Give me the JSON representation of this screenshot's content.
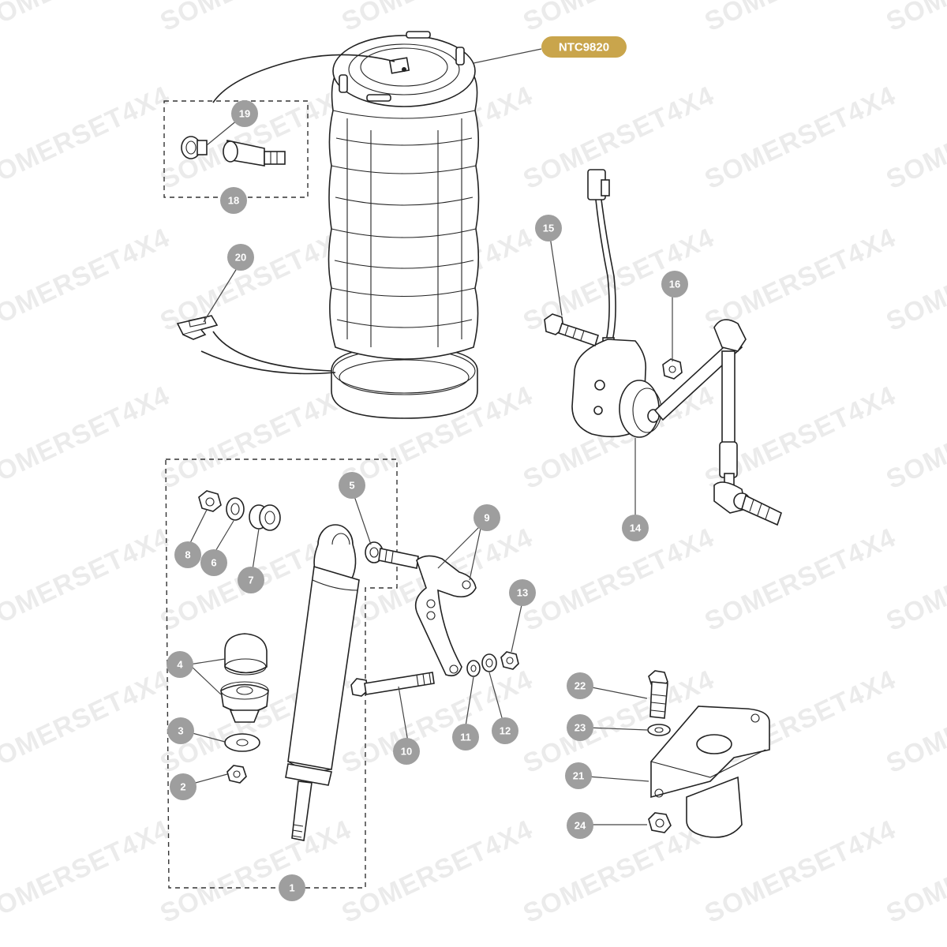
{
  "watermark": "SOMERSET4X4",
  "part_number": {
    "label": "NTC9820",
    "color": "#c9a54c"
  },
  "callout_color": "#9e9e9e",
  "callouts": [
    "1",
    "2",
    "3",
    "4",
    "5",
    "6",
    "7",
    "8",
    "9",
    "10",
    "11",
    "12",
    "13",
    "14",
    "15",
    "16",
    "18",
    "19",
    "20",
    "21",
    "22",
    "23",
    "24"
  ]
}
